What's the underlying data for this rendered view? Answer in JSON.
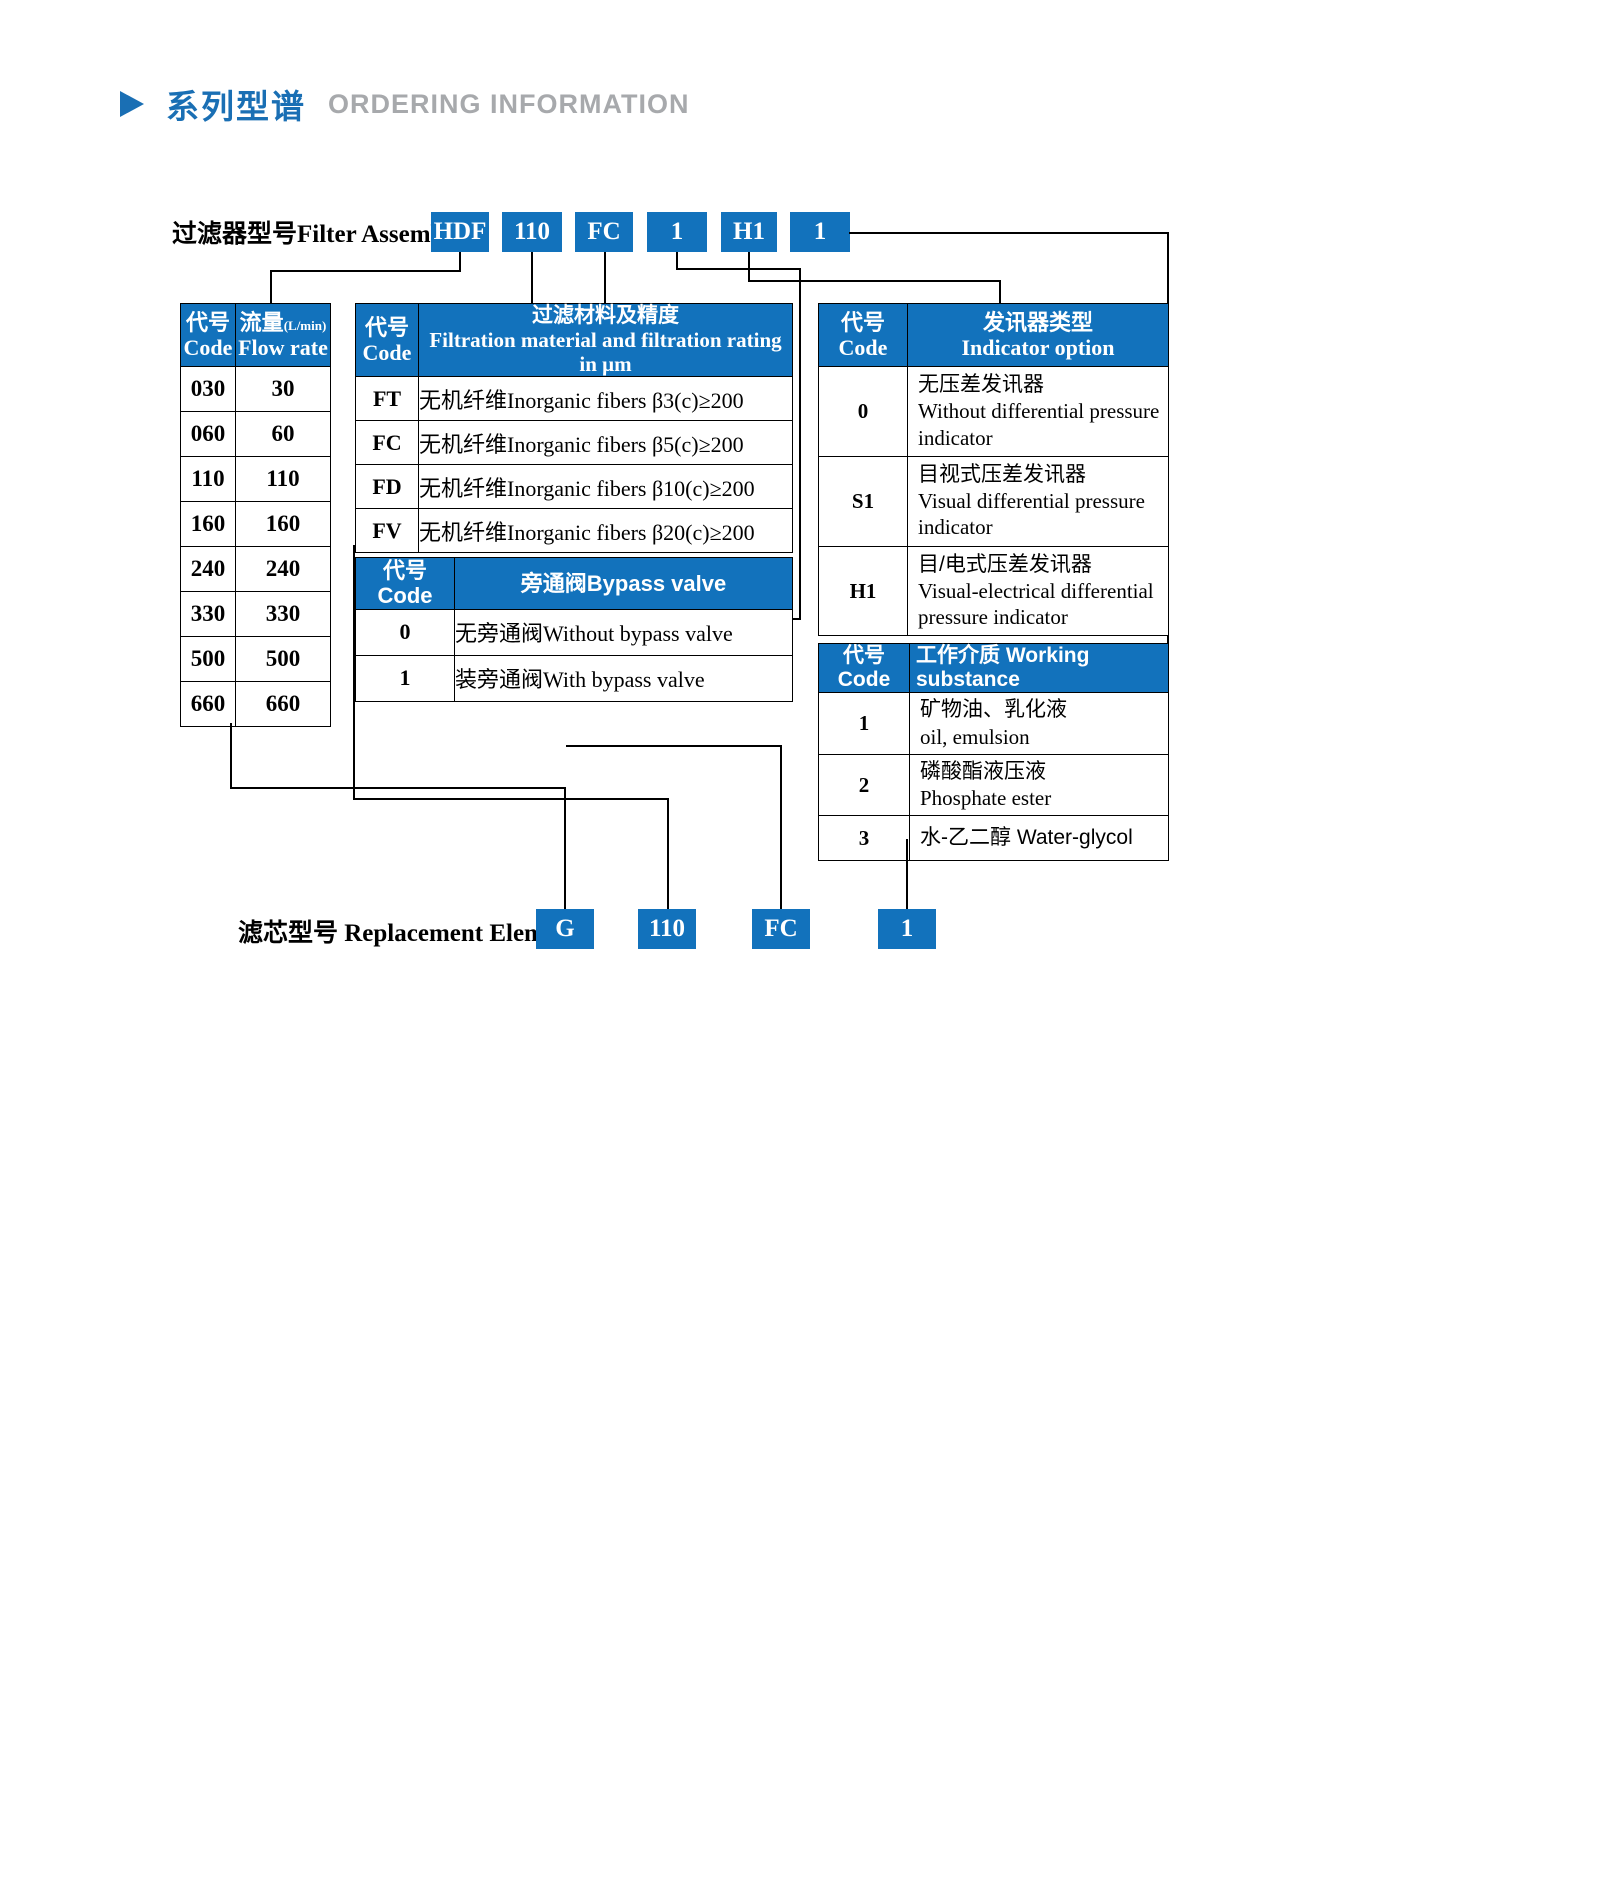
{
  "header": {
    "cn_title": "系列型谱",
    "en_title": "ORDERING INFORMATION",
    "accent_color": "#1272bc",
    "en_color": "#a7a9ac"
  },
  "filter_assembly": {
    "label": "过滤器型号Filter Assembly",
    "codes": [
      "HDF",
      "110",
      "FC",
      "1",
      "H1",
      "1"
    ]
  },
  "replacement_element": {
    "label": "滤芯型号 Replacement Element",
    "codes": [
      "G",
      "110",
      "FC",
      "1"
    ]
  },
  "flow_table": {
    "headers": {
      "code_cn": "代号",
      "code_en": "Code",
      "flow_cn": "流量",
      "flow_unit": "(L/min)",
      "flow_en": "Flow rate"
    },
    "rows": [
      {
        "code": "030",
        "flow": "30"
      },
      {
        "code": "060",
        "flow": "60"
      },
      {
        "code": "110",
        "flow": "110"
      },
      {
        "code": "160",
        "flow": "160"
      },
      {
        "code": "240",
        "flow": "240"
      },
      {
        "code": "330",
        "flow": "330"
      },
      {
        "code": "500",
        "flow": "500"
      },
      {
        "code": "660",
        "flow": "660"
      }
    ]
  },
  "filtration_table": {
    "headers": {
      "code_cn": "代号",
      "code_en": "Code",
      "desc_cn": "过滤材料及精度",
      "desc_en": "Filtration material and filtration rating in μm"
    },
    "rows": [
      {
        "code": "FT",
        "desc": "无机纤维Inorganic fibers β3(c)≥200"
      },
      {
        "code": "FC",
        "desc": "无机纤维Inorganic fibers β5(c)≥200"
      },
      {
        "code": "FD",
        "desc": "无机纤维Inorganic fibers β10(c)≥200"
      },
      {
        "code": "FV",
        "desc": "无机纤维Inorganic fibers β20(c)≥200"
      }
    ]
  },
  "bypass_table": {
    "headers": {
      "code": "代号Code",
      "desc": "旁通阀Bypass valve"
    },
    "rows": [
      {
        "code": "0",
        "desc": "无旁通阀Without bypass valve"
      },
      {
        "code": "1",
        "desc": "装旁通阀With bypass valve"
      }
    ]
  },
  "indicator_table": {
    "headers": {
      "code_cn": "代号",
      "code_en": "Code",
      "desc_cn": "发讯器类型",
      "desc_en": "Indicator option"
    },
    "rows": [
      {
        "code": "0",
        "desc_cn": "无压差发讯器",
        "desc_en": "Without differential pressure indicator"
      },
      {
        "code": "S1",
        "desc_cn": "目视式压差发讯器",
        "desc_en": "Visual differential pressure indicator"
      },
      {
        "code": "H1",
        "desc_cn": "目/电式压差发讯器",
        "desc_en": "Visual-electrical differential pressure indicator"
      }
    ]
  },
  "working_substance_table": {
    "headers": {
      "code": "代号Code",
      "desc": "工作介质 Working substance"
    },
    "rows": [
      {
        "code": "1",
        "desc_cn": "矿物油、乳化液",
        "desc_en": "oil, emulsion"
      },
      {
        "code": "2",
        "desc_cn": "磷酸酯液压液",
        "desc_en": " Phosphate ester"
      },
      {
        "code": "3",
        "desc_cn": "水-乙二醇 Water-glycol",
        "desc_en": ""
      }
    ]
  }
}
